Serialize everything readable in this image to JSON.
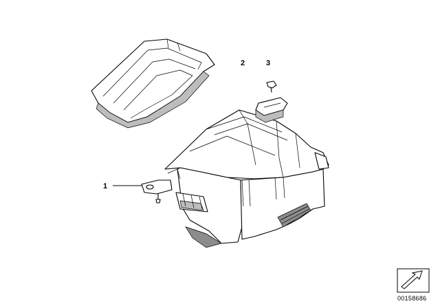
{
  "callouts": {
    "c1": "1",
    "c2": "2",
    "c3": "3"
  },
  "document_id": "00158686",
  "icons": {
    "nav_arrow": "arrow-icon"
  }
}
